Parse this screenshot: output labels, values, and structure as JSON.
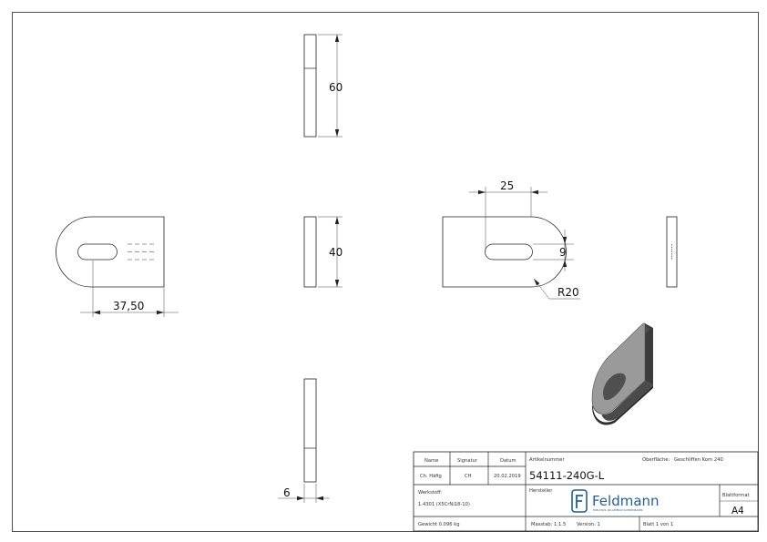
{
  "dimensions": {
    "front_width": "37,50",
    "side_height_top": "60",
    "side_height_mid": "40",
    "slot_distance": "25",
    "slot_width": "9",
    "radius": "R20",
    "thickness": "6"
  },
  "title_block": {
    "headers": {
      "name": "Name",
      "signature": "Signatur",
      "date": "Datum",
      "article_label": "Artikelnummer",
      "surface_label": "Oberfläche:",
      "surface_value": "Geschliffen Korn 240"
    },
    "author": {
      "name": "Ch. Häfig",
      "signature": "CH",
      "date": "20.02.2019"
    },
    "article_number": "54111-240G-L",
    "material_label": "Werkstoff:",
    "material_value": "1.4301 (X5CrNi18-10)",
    "manufacturer_label": "Hersteller",
    "logo_text": "Feldmann",
    "logo_tagline": "EDELSTAHL KOLAPPERAH SCHMIEDBARER",
    "format_label": "Blattformat",
    "format_value": "A4",
    "weight": "Gewicht 0.096 kg",
    "scale": "Masstab: 1:1.5",
    "version": "Version: 1",
    "sheet": "Blatt 1 von 1"
  },
  "colors": {
    "line": "#222222",
    "part_shade_light": "#9a9a9a",
    "part_shade_dark": "#3c3c3c"
  }
}
